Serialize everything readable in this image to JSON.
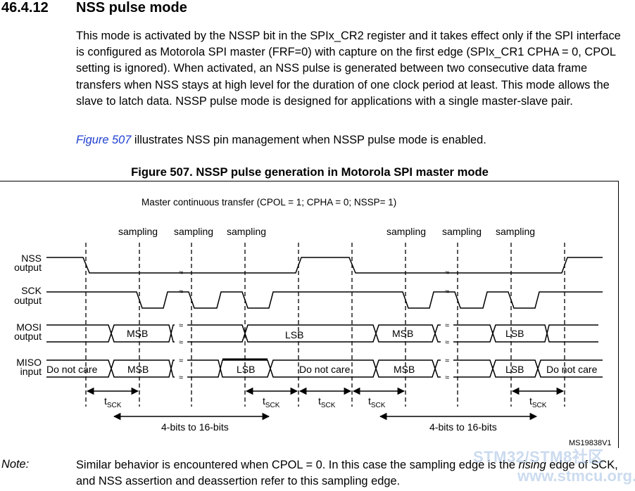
{
  "section": {
    "number": "46.4.12",
    "title": "NSS pulse mode"
  },
  "paragraph": "This mode is activated by the NSSP bit in the SPIx_CR2 register and it takes effect only if the SPI interface is configured as Motorola SPI master (FRF=0) with capture on the first edge (SPIx_CR1 CPHA = 0, CPOL setting is ignored). When activated, an NSS pulse is generated between two consecutive data frame transfers when NSS stays at high level for the duration of one clock period at least. This mode allows the slave to latch data. NSSP pulse mode is designed for applications with a single master-slave pair.",
  "figure_ref": {
    "link": "Figure 507",
    "text": " illustrates NSS pin management when NSSP pulse mode is enabled."
  },
  "figure": {
    "title": "Figure 507. NSSP pulse generation in Motorola SPI master mode",
    "caption": "Master continuous transfer (CPOL = 1; CPHA = 0; NSSP= 1)",
    "sampling": [
      "sampling",
      "sampling",
      "sampling",
      "sampling",
      "sampling",
      "sampling"
    ],
    "signals": {
      "nss": [
        "NSS",
        "output"
      ],
      "sck": [
        "SCK",
        "output"
      ],
      "mosi": [
        "MOSI",
        "output"
      ],
      "miso": [
        "MISO",
        "input"
      ]
    },
    "mosi_labels": [
      "MSB",
      "LSB",
      "MSB",
      "LSB"
    ],
    "miso_labels": [
      "Do not care",
      "MSB",
      "LSB",
      "Do not care",
      "MSB",
      "LSB",
      "Do not care"
    ],
    "tsck": [
      "t",
      "SCK"
    ],
    "range_label": "4-bits to 16-bits",
    "id": "MS19838V1"
  },
  "note": {
    "label": "Note:",
    "text_before": "Similar behavior is encountered when CPOL = 0. In this case the sampling edge is the ",
    "text_em": "rising",
    "text_after": " edge of SCK, and NSS assertion and deassertion refer to this sampling edge."
  },
  "watermark": [
    "STM32/STM8社区",
    "www.stmcu.org.cn"
  ]
}
